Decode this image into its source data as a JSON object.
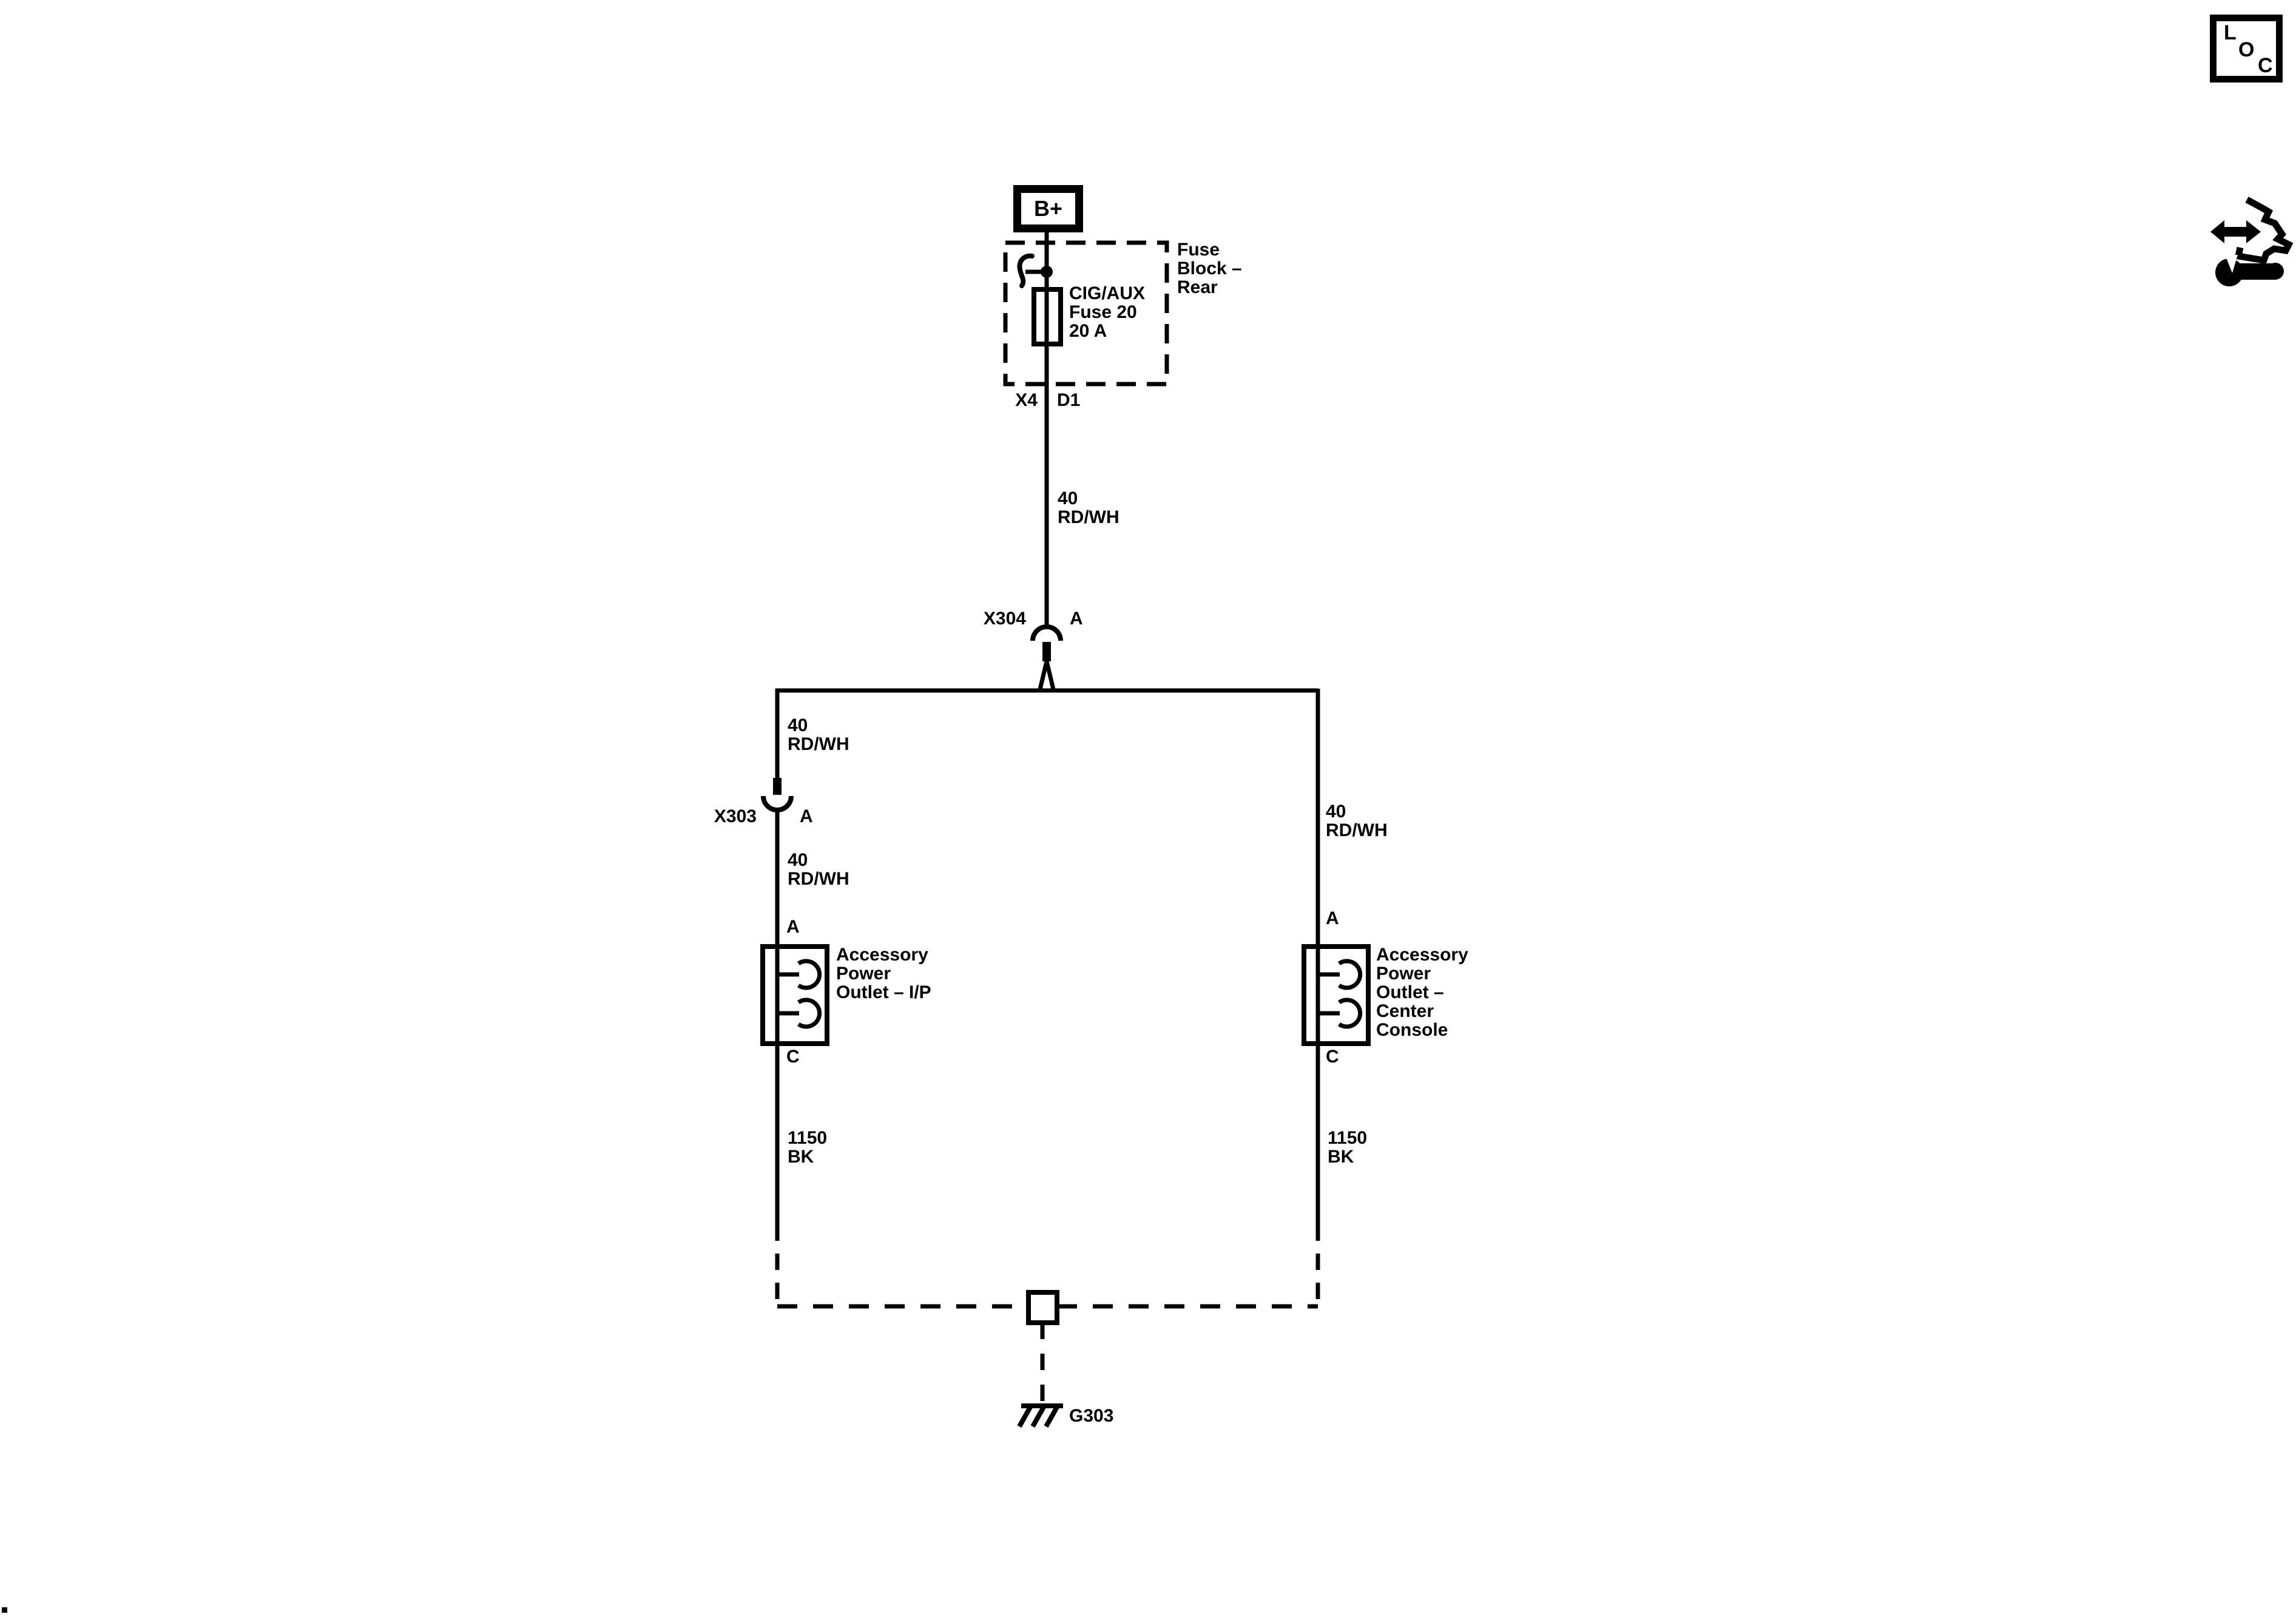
{
  "circuit": {
    "battery": "B+",
    "fuse_block": {
      "name": "Fuse\nBlock –\nRear",
      "fuse": "CIG/AUX\nFuse 20\n20 A",
      "connector": "X4",
      "terminal": "D1"
    },
    "wire_main": "40\nRD/WH",
    "splice_x304": {
      "connector": "X304",
      "terminal": "A"
    },
    "left_branch": {
      "wire_upper": "40\nRD/WH",
      "connector": "X303",
      "terminal": "A",
      "wire_lower": "40\nRD/WH",
      "pin_in": "A",
      "device": "Accessory\nPower\nOutlet – I/P",
      "pin_out": "C",
      "ground_wire": "1150\nBK"
    },
    "right_branch": {
      "wire": "40\nRD/WH",
      "pin_in": "A",
      "device": "Accessory\nPower\nOutlet –\nCenter\nConsole",
      "pin_out": "C",
      "ground_wire": "1150\nBK"
    },
    "ground": {
      "label": "G303"
    }
  },
  "corner_icons": {
    "loc_letters": {
      "l": "L",
      "o": "O",
      "c": "C"
    }
  },
  "colors": {
    "line": "#000000",
    "background": "#ffffff"
  }
}
